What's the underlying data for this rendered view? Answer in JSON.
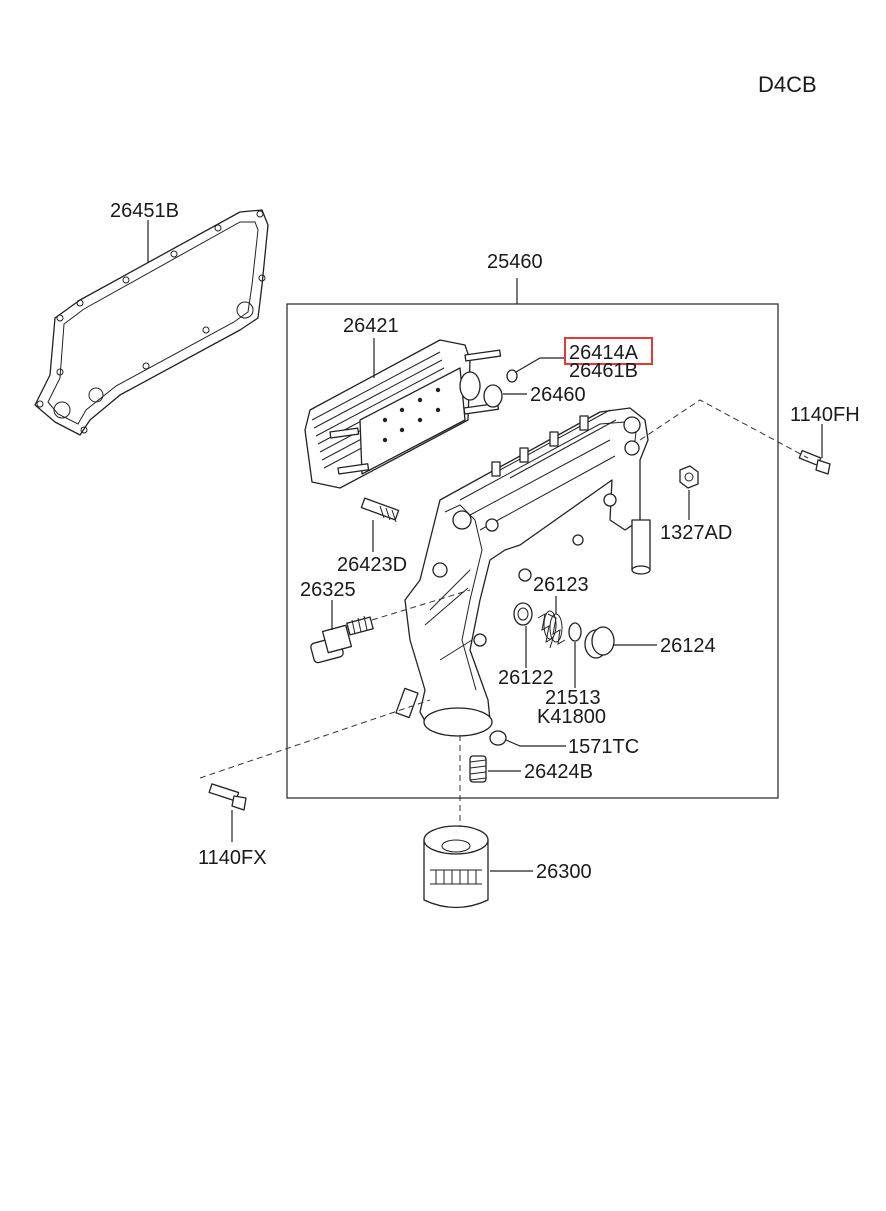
{
  "diagram": {
    "engine_code": "D4CB",
    "highlight_color": "#e53935",
    "part_numbers": {
      "gasket": "26451B",
      "assembly": "25460",
      "cooler": "26421",
      "o_ring_a": "26414A",
      "o_ring_b": "26461B",
      "o_ring_c": "26460",
      "bolt_right": "1140FH",
      "nut": "1327AD",
      "stud": "26423D",
      "sensor": "26325",
      "spring": "26123",
      "plug": "26124",
      "valve": "26122",
      "seal_1": "21513",
      "seal_2": "K41800",
      "o_ring_bottom": "1571TC",
      "center_bolt": "26424B",
      "bolt_left": "1140FX",
      "filter": "26300"
    },
    "highlighted_part": "26414A"
  }
}
